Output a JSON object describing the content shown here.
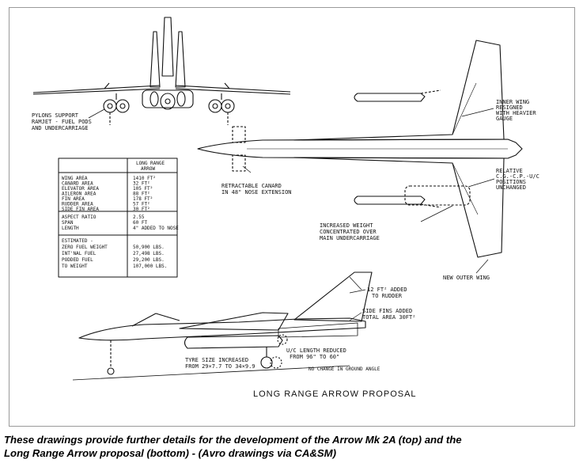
{
  "labels": {
    "pylons": [
      "PYLONS SUPPORT",
      "RAMJET - FUEL PODS",
      "AND UNDERCARRIAGE"
    ],
    "inner_wing": [
      "INNER WING",
      "RESIGNED",
      "WITH HEAVIER",
      "GAUGE"
    ],
    "canard": [
      "RETRACTABLE CANARD",
      "IN 48\" NOSE EXTENSION"
    ],
    "relative_cg": [
      "RELATIVE",
      "C.G.-C.P.-U/C",
      "POSITIONS",
      "UNCHANGED"
    ],
    "increased_weight": [
      "INCREASED WEIGHT",
      "CONCENTRATED OVER",
      "MAIN UNDERCARRIAGE"
    ],
    "new_outer_wing": "NEW OUTER WING",
    "rudder": [
      "12 FT² ADDED",
      "TO RUDDER"
    ],
    "side_fins": [
      "SIDE FINS ADDED",
      "TOTAL AREA 30FT²"
    ],
    "uc_length": [
      "U/C LENGTH REDUCED",
      "FROM 96\" TO 60\""
    ],
    "tyre": [
      "TYRE SIZE INCREASED",
      "FROM 29×7.7 TO 34×9.9"
    ],
    "ground_angle": "NO CHANGE IN GROUND ANGLE",
    "drawing_title": "LONG RANGE ARROW PROPOSAL"
  },
  "table": {
    "header": [
      "LONG RANGE",
      "ARROW"
    ],
    "group1": {
      "names": [
        "WING AREA",
        "CANARD AREA",
        "ELEVATOR AREA",
        "AILERON AREA",
        "FIN AREA",
        "RUDDER AREA",
        "SIDE FIN AREA"
      ],
      "values": [
        "1410 FT²",
        "32 FT²",
        "105 FT²",
        "88 FT²",
        "178 FT²",
        "57 FT²",
        "30 FT²"
      ]
    },
    "group2": {
      "names": [
        "ASPECT RATIO",
        "SPAN",
        "LENGTH"
      ],
      "values": [
        "2.55",
        "60 FT",
        "4\" ADDED TO NOSE"
      ]
    },
    "group3": {
      "names": [
        "ESTIMATED -",
        "ZERO FUEL WEIGHT",
        "INT'NAL FUEL",
        "PODDED FUEL",
        "TO WEIGHT"
      ],
      "values": [
        "",
        "50,900 LBS.",
        "27,498 LBS.",
        "29,200 LBS.",
        "107,000 LBS."
      ]
    }
  },
  "caption": [
    "These drawings provide further details for the development of the Arrow Mk 2A (top) and the",
    "Long Range Arrow proposal (bottom) - (Avro drawings via CA&SM)"
  ]
}
